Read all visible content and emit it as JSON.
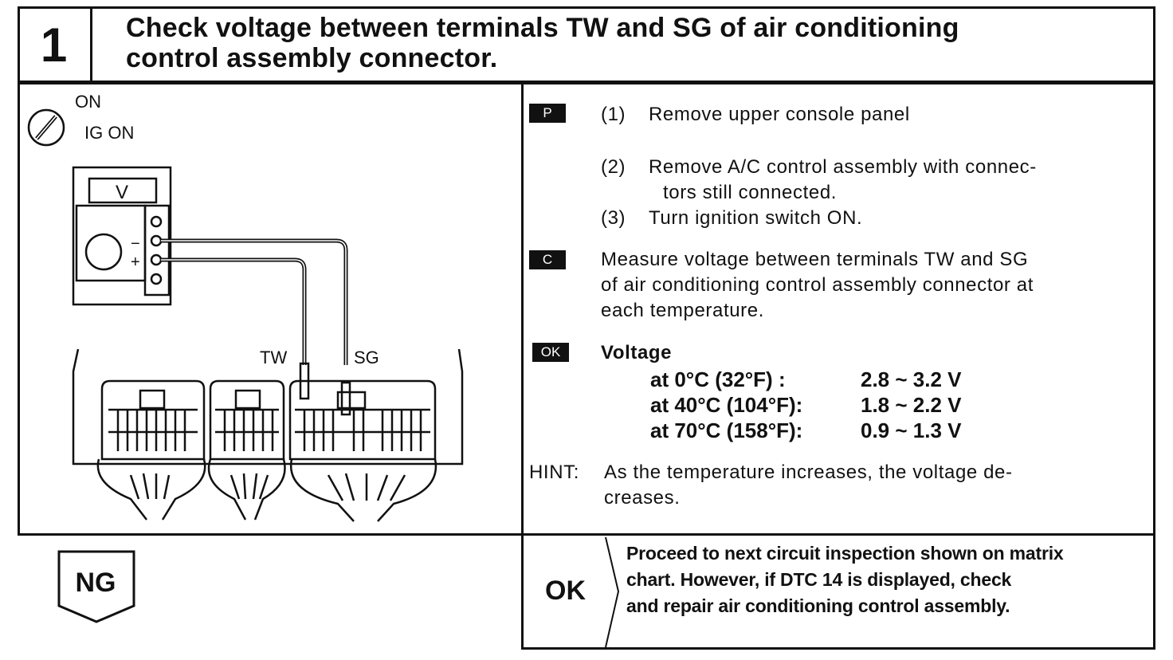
{
  "header": {
    "step_number": "1",
    "title_line1": "Check voltage between terminals TW and SG of air conditioning",
    "title_line2": "control assembly connector."
  },
  "diagram": {
    "ignition_on": "ON",
    "ignition_ig_on": "IG ON",
    "meter_label": "V",
    "minus_label": "−",
    "plus_label": "+",
    "terminal_tw": "TW",
    "terminal_sg": "SG"
  },
  "procedure": {
    "prep_tag": "P",
    "step1_num": "(1)",
    "step1_text": "Remove upper console panel",
    "step2_num": "(2)",
    "step2_text_line1": "Remove A/C control assembly with connec-",
    "step2_text_line2": "tors still connected.",
    "step3_num": "(3)",
    "step3_text": "Turn ignition switch ON.",
    "check_tag": "C",
    "check_line1": "Measure voltage between terminals TW and SG",
    "check_line2": "of air conditioning control assembly connector at",
    "check_line3": "each temperature.",
    "ok_tag": "OK",
    "voltage_label": "Voltage",
    "voltage_rows": [
      {
        "temp": "at   0°C (32°F)  :",
        "range": "2.8 ~ 3.2 V"
      },
      {
        "temp": "at 40°C (104°F):",
        "range": "1.8 ~ 2.2 V"
      },
      {
        "temp": "at 70°C (158°F):",
        "range": "0.9 ~ 1.3 V"
      }
    ],
    "hint_label": "HINT:",
    "hint_line1": "As the temperature increases, the voltage de-",
    "hint_line2": "creases."
  },
  "result": {
    "ng_label": "NG",
    "ok_label": "OK",
    "ok_line1": "Proceed to next circuit inspection shown on matrix",
    "ok_line2": "chart. However, if DTC 14 is displayed, check",
    "ok_line3": "and repair air conditioning control assembly."
  }
}
